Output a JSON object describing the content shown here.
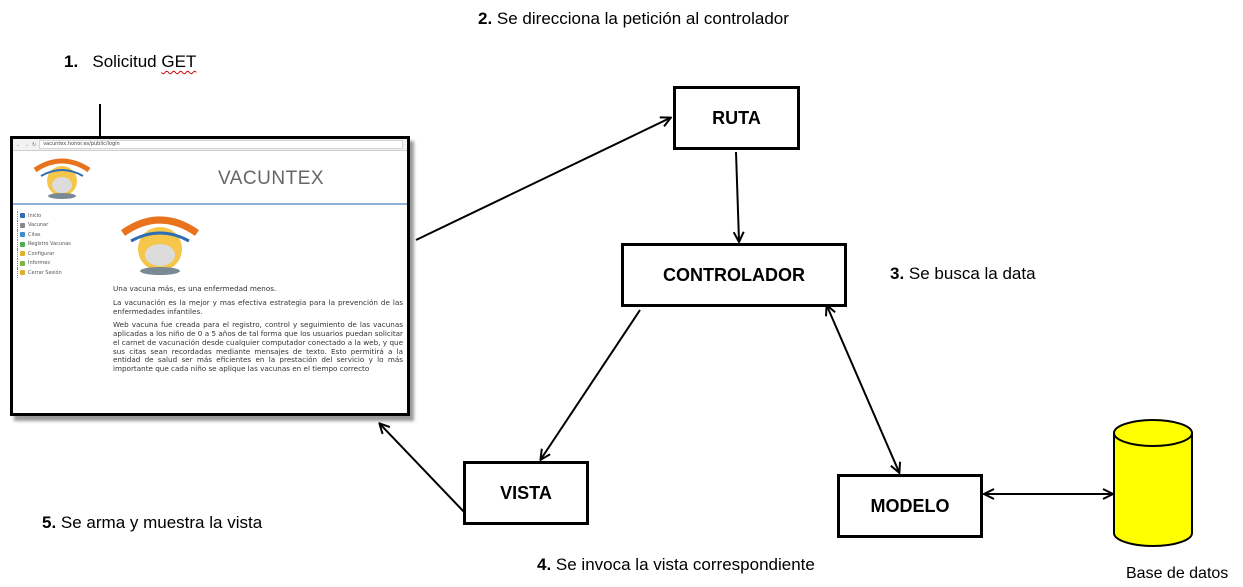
{
  "steps": {
    "s1": {
      "num": "1.",
      "text": "Solicitud ",
      "squiggle": "GET"
    },
    "s2": {
      "num": "2.",
      "text": " Se direcciona la petición al controlador"
    },
    "s3": {
      "num": "3.",
      "text": " Se busca la data"
    },
    "s4": {
      "num": "4.",
      "text": " Se invoca la vista correspondiente"
    },
    "s5": {
      "num": "5.",
      "text": " Se arma y muestra la vista"
    }
  },
  "boxes": {
    "ruta": "RUTA",
    "controlador": "CONTROLADOR",
    "vista": "VISTA",
    "modelo": "MODELO"
  },
  "database": {
    "label": "Base de datos",
    "fill": "#ffff00"
  },
  "screenshot": {
    "url": "vacuntex.honor.es/public/login",
    "brand": "VACUNTEX",
    "menu": [
      "Inicio",
      "Vacunar",
      "Citas",
      "Registro Vacunas",
      "Configurar",
      "Informes",
      "Cerrar Sesión"
    ],
    "paragraphs": [
      "Una vacuna más, es una enfermedad menos.",
      "La vacunación es la mejor y mas efectiva estrategia para la prevención de las enfermedades infantiles.",
      "Web vacuna fue creada para el registro, control y seguimiento de las vacunas aplicadas a los niño de 0 a 5 años de tal forma que los usuarios puedan solicitar el carnet de vacunación desde cualquier computador conectado a la web, y que sus citas sean recordadas mediante mensajes de texto. Esto permitirá a la entidad de salud ser más eficientes en la prestación del servicio y lo más importante que cada niño se aplique las vacunas en el tiempo correcto"
    ]
  }
}
